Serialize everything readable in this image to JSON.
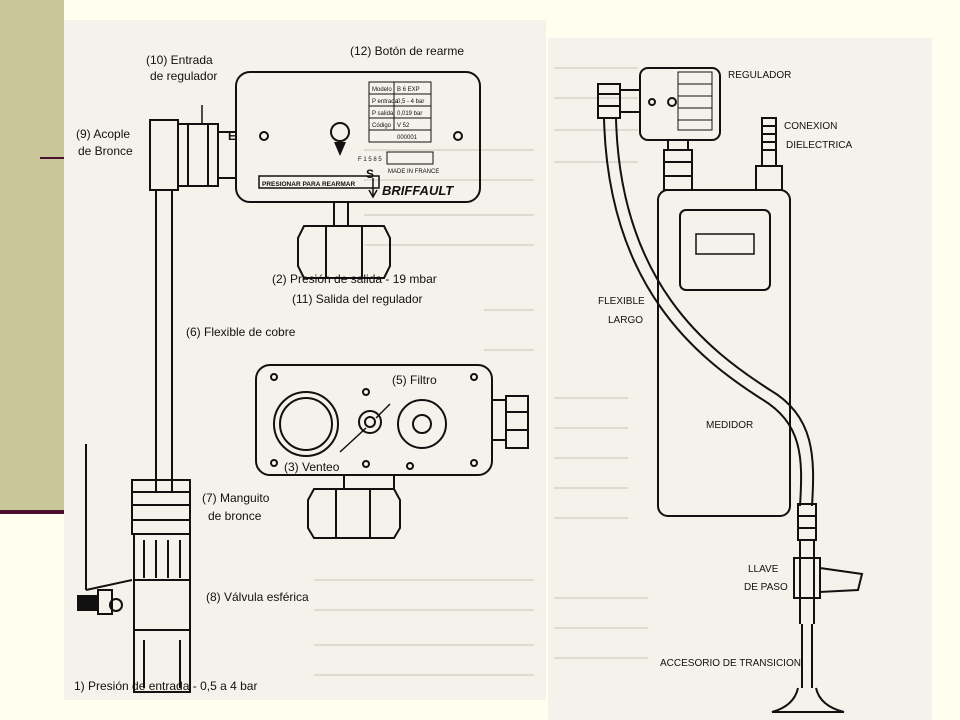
{
  "left_diagram": {
    "label_reset_button": "(12) Botón de rearme",
    "label_regulator_inlet_1": "(10) Entrada",
    "label_regulator_inlet_2": "de regulador",
    "label_bronze_coupling_1": "(9) Acople",
    "label_bronze_coupling_2": "de Bronce",
    "label_outlet_pressure": "(2) Presión de salida - 19 mbar",
    "label_regulator_outlet": "(11) Salida del regulador",
    "label_copper_flexible": "(6) Flexible de cobre",
    "label_filter": "(5) Filtro",
    "label_vent": "(3) Venteo",
    "label_bronze_sleeve_1": "(7) Manguito",
    "label_bronze_sleeve_2": "de bronce",
    "label_ball_valve": "(8) Válvula esférica",
    "label_inlet_pressure": "1) Presión de entrada - 0,5 a 4 bar",
    "device": {
      "e_marker": "E",
      "s_marker": "S",
      "reset_instruction": "PRESIONAR PARA REARMAR",
      "brand": "BRIFFAULT",
      "nameplate": [
        {
          "key": "Modelo",
          "value": "B 6 EXP"
        },
        {
          "key": "P entrada",
          "value": "0,5 - 4 bar"
        },
        {
          "key": "P salida",
          "value": "0,019 bar"
        },
        {
          "key": "Código",
          "value": "V 52"
        },
        {
          "key": "",
          "value": "000001"
        }
      ],
      "serial": "F 1 5 8 5",
      "made_in": "MADE IN FRANCE"
    }
  },
  "right_diagram": {
    "label_regulator": "REGULADOR",
    "label_dielectric_1": "CONEXION",
    "label_dielectric_2": "DIELECTRICA",
    "label_flexible_1": "FLEXIBLE",
    "label_flexible_2": "LARGO",
    "label_meter": "MEDIDOR",
    "label_valve_1": "LLAVE",
    "label_valve_2": "DE PASO",
    "label_transition": "ACCESORIO DE TRANSICION"
  },
  "colors": {
    "sidebar": "#c9c79a",
    "accent_rule": "#4a1030",
    "paper": "#f4f2ea",
    "ink": "#111111"
  }
}
